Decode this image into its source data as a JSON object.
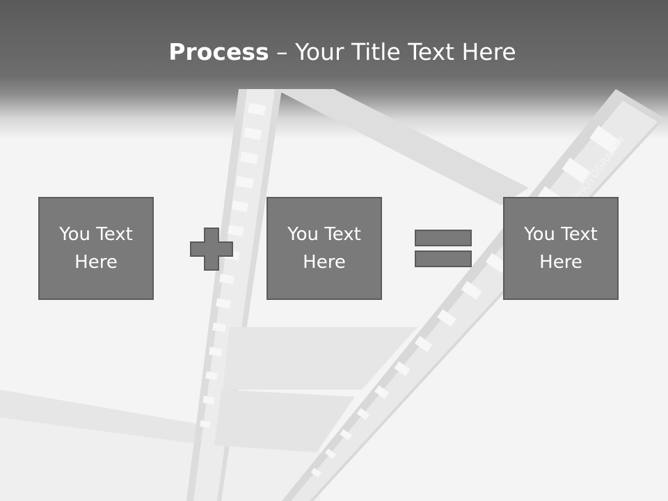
{
  "slide": {
    "title_bold": "Process",
    "title_rest": " – Your Title Text Here",
    "boxes": [
      {
        "text": "You Text\nHere"
      },
      {
        "text": "You Text\nHere"
      },
      {
        "text": "You Text\nHere"
      }
    ],
    "operators": [
      "plus-icon",
      "equals-icon"
    ],
    "filmstrip_text": "PHOTOGRAPHY"
  },
  "colors": {
    "header": "#5a5a5a",
    "box_fill": "#7a7a7a",
    "box_border": "#5a5a5a",
    "text": "#ffffff",
    "background": "#f4f4f4"
  }
}
